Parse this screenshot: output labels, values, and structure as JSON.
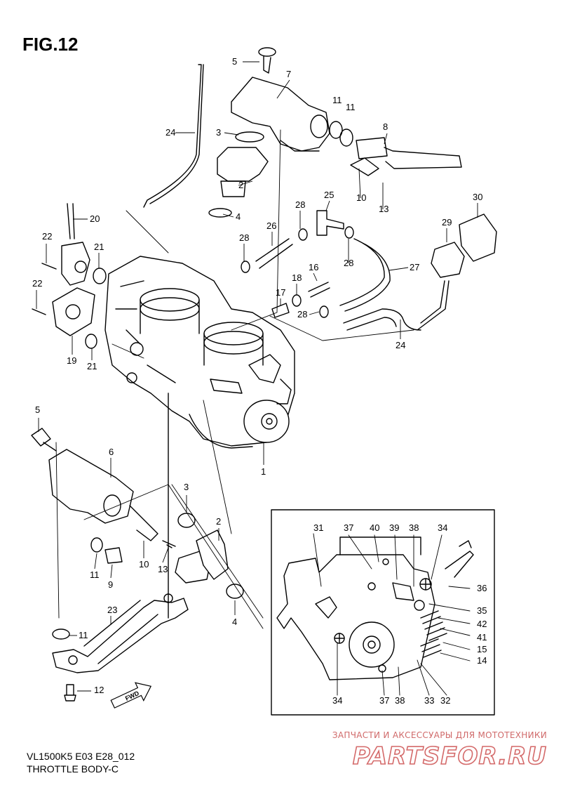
{
  "figure": {
    "title": "FIG.12",
    "model_code": "VL1500K5 E03 E28_012",
    "section_name": "THROTTLE BODY-C"
  },
  "watermark": {
    "caption": "ЗАПЧАСТИ И АКСЕССУАРЫ ДЛЯ МОТОТЕХНИКИ",
    "logo_text": "PARTSFOR.RU",
    "color": "#d46a6a"
  },
  "colors": {
    "ink": "#000000",
    "paper": "#ffffff"
  },
  "labels": {
    "c1": "1",
    "c2a": "2",
    "c2b": "2",
    "c3a": "3",
    "c3b": "3",
    "c4a": "4",
    "c4b": "4",
    "c5a": "5",
    "c5b": "5",
    "c6": "6",
    "c7": "7",
    "c8": "8",
    "c9": "9",
    "c10a": "10",
    "c10b": "10",
    "c11a": "11",
    "c11b": "11",
    "c11c": "11",
    "c11d": "11",
    "c12": "12",
    "c13a": "13",
    "c13b": "13",
    "c14": "14",
    "c15": "15",
    "c16": "16",
    "c17": "17",
    "c18": "18",
    "c19": "19",
    "c20": "20",
    "c21a": "21",
    "c21b": "21",
    "c22a": "22",
    "c22b": "22",
    "c23": "23",
    "c24a": "24",
    "c24b": "24",
    "c25": "25",
    "c26": "26",
    "c27": "27",
    "c28a": "28",
    "c28b": "28",
    "c28c": "28",
    "c28d": "28",
    "c29": "29",
    "c30": "30",
    "c31": "31",
    "c32": "32",
    "c33": "33",
    "c34a": "34",
    "c34b": "34",
    "c35": "35",
    "c36": "36",
    "c37a": "37",
    "c37b": "37",
    "c38a": "38",
    "c38b": "38",
    "c39": "39",
    "c40": "40",
    "c41": "41",
    "c42": "42"
  },
  "fwd_badge": "FWD"
}
